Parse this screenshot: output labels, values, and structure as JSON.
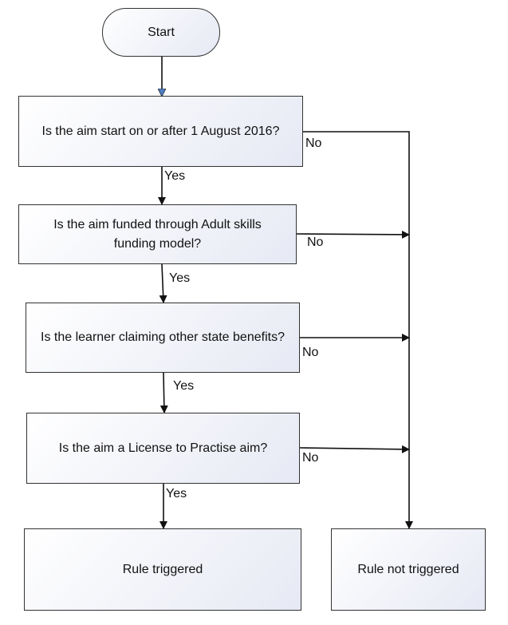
{
  "start_label": "Start",
  "questions": [
    "Is the aim start on or after 1 August 2016?",
    "Is the aim funded through Adult skills funding model?",
    "Is the learner claiming other state benefits?",
    "Is the aim a License to Practise aim?"
  ],
  "yes_label": "Yes",
  "no_label": "No",
  "outcome_triggered": "Rule triggered",
  "outcome_not_triggered": "Rule not triggered",
  "colors": {
    "node_fill_light": "#ffffff",
    "node_fill_dark": "#e6e9f4",
    "stroke": "#333333",
    "start_arrow": "#4f7ec4"
  }
}
